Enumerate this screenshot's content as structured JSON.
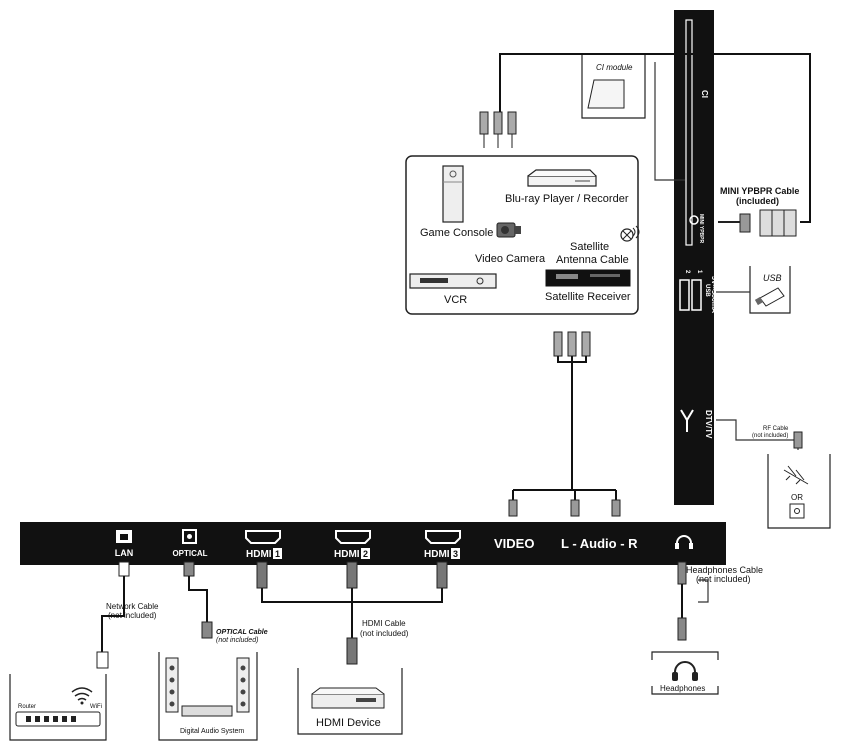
{
  "bottom_panel": {
    "ports": {
      "lan": "LAN",
      "optical": "OPTICAL",
      "hdmi1": "HDMI",
      "hdmi1_num": "1",
      "hdmi2": "HDMI",
      "hdmi2_num": "2",
      "hdmi3": "HDMI",
      "hdmi3_num": "3",
      "video": "VIDEO",
      "audio": "L - Audio - R"
    }
  },
  "side_panel": {
    "ci": "CI",
    "mini_label": "MINI YPBPR",
    "usb_number_2": "2",
    "usb_number_1": "1",
    "usb_label": "USB",
    "usb_rating": "5V⎓500mA",
    "dtv_label": "DTV/TV"
  },
  "cables": {
    "network_1": "Network Cable",
    "network_2": "(not included)",
    "optical_1": "OPTICAL Cable",
    "optical_2": "(not included)",
    "hdmi_1": "HDMI Cable",
    "hdmi_2": "(not included)",
    "headphones_1": "Headphones Cable",
    "headphones_2": "(not included)",
    "mini_ypbpr_1": "MINI YPBPR Cable",
    "mini_ypbpr_2": "(included)",
    "rf_1": "RF Cable",
    "rf_2": "(not included)"
  },
  "devices": {
    "game_console": "Game Console",
    "bluray": "Blu-ray Player / Recorder",
    "video_camera": "Video Camera",
    "satellite_antenna_1": "Satellite",
    "satellite_antenna_2": "Antenna Cable",
    "vcr": "VCR",
    "satellite_receiver": "Satellite Receiver",
    "ci_module": "CI module",
    "usb": "USB",
    "router": "Router",
    "wifi": "WiFi",
    "digital_audio_system": "Digital Audio System",
    "hdmi_device": "HDMI Device",
    "headphones": "Headphones",
    "or": "OR"
  }
}
